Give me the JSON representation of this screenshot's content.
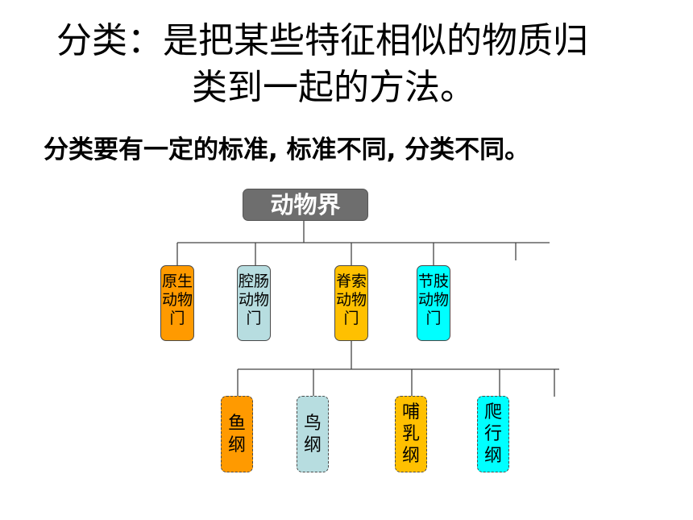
{
  "title": {
    "line1": "分类：是把某些特征相似的物质归",
    "line2": "类到一起的方法。"
  },
  "subtitle": "分类要有一定的标准, 标准不同, 分类不同。",
  "diagram": {
    "root": {
      "label": "动物界",
      "color": "#6e6e6e"
    },
    "phyla": [
      {
        "label": "原生动物门",
        "color": "#ff9a00"
      },
      {
        "label": "腔肠动物门",
        "color": "#b7dde0"
      },
      {
        "label": "脊索动物门",
        "color": "#ffc000"
      },
      {
        "label": "节肢动物门",
        "color": "#00ffff"
      }
    ],
    "classes": [
      {
        "label": "鱼纲",
        "color": "#ff9a00"
      },
      {
        "label": "鸟纲",
        "color": "#b7dde0"
      },
      {
        "label": "哺乳纲",
        "color": "#ffc000"
      },
      {
        "label": "爬行纲",
        "color": "#00ffff"
      }
    ]
  }
}
